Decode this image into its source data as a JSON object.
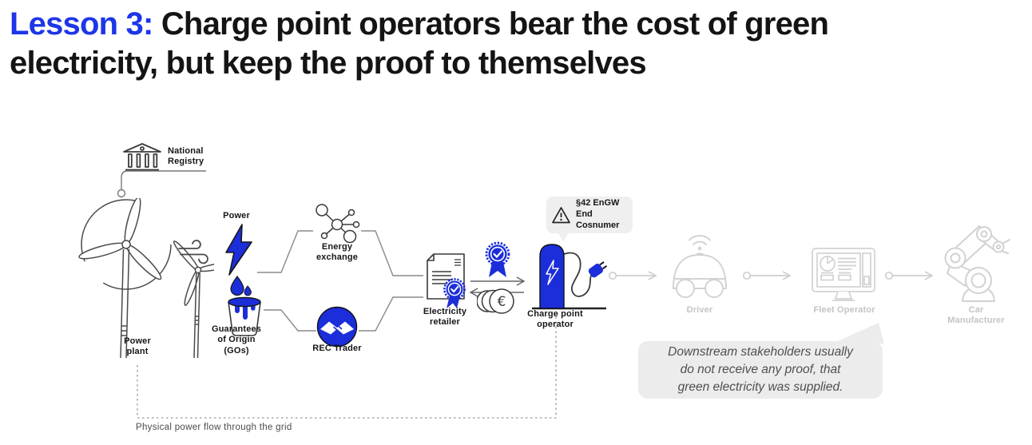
{
  "title": {
    "prefix": "Lesson 3:",
    "line1_rest": " Charge point operators bear the cost of green",
    "line2": "electricity, but keep the proof to themselves"
  },
  "colors": {
    "accent_blue": "#1d36e8",
    "icon_blue": "#1c2ed9",
    "dark_stroke": "#3a3a3a",
    "gray_icon": "#d2d2d2",
    "gray_label": "#c4c4c4",
    "bubble_gray": "#ececec",
    "warning_bg": "#efefef",
    "connector_gray": "#8a8a8a"
  },
  "nodes": {
    "registry": {
      "label": "National\nRegistry"
    },
    "power_plant": {
      "label": "Power\nplant"
    },
    "power": {
      "label": "Power"
    },
    "gos": {
      "label": "Guarantees\nof Origin\n(GOs)"
    },
    "energy_exchange": {
      "label": "Energy\nexchange"
    },
    "rec_trader": {
      "label": "REC Trader"
    },
    "retailer": {
      "label": "Electricity\nretailer"
    },
    "cpo": {
      "label": "Charge point\noperator"
    },
    "driver": {
      "label": "Driver"
    },
    "fleet_operator": {
      "label": "Fleet Operator"
    },
    "car_manufacturer": {
      "label": "Car\nManufacturer"
    }
  },
  "warning_note": {
    "line1": "§42 EnGW",
    "line2": "End Cosnumer"
  },
  "callout": {
    "text": "Downstream stakeholders usually\ndo not receive any proof, that\ngreen electricity was supplied."
  },
  "footnote": "Physical power flow through the grid",
  "icons": {
    "registry": "bank-building-icon",
    "power_plant": "wind-turbines-icon",
    "wind": "wind-gust-icon",
    "power": "lightning-bolt-icon",
    "gos": "paint-bucket-drops-icon",
    "energy_exchange": "molecule-network-icon",
    "rec_trader": "handshake-circle-icon",
    "retailer": "document-certificate-icon",
    "certificate": "award-ribbon-icon",
    "payment": "euro-coins-icon",
    "cpo": "ev-charging-station-icon",
    "warning": "warning-triangle-icon",
    "driver": "autonomous-car-icon",
    "fleet_operator": "dashboard-monitor-icon",
    "car_manufacturer": "robot-arm-icon"
  }
}
